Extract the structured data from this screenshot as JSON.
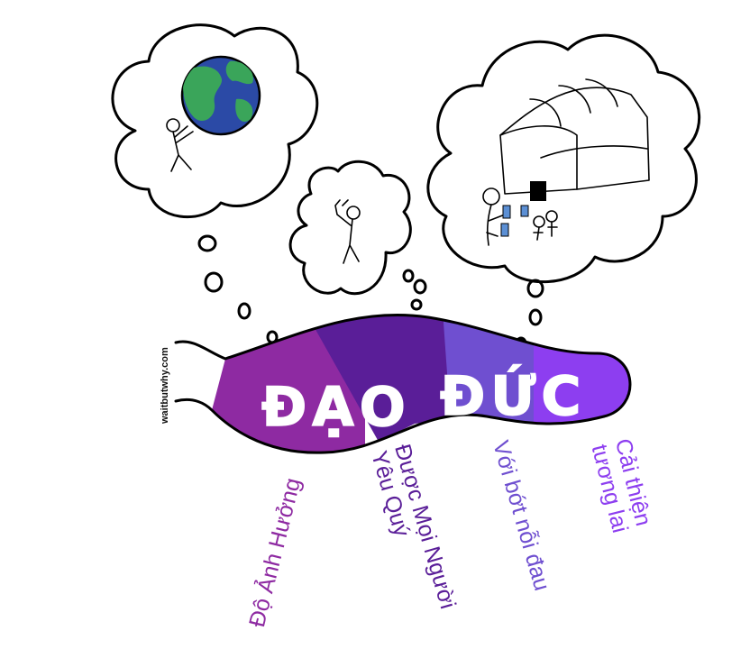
{
  "watermark": "waitbutwhy.com",
  "title": {
    "part1": "ĐẠO",
    "part2": "ĐỨC"
  },
  "segments": [
    {
      "label": "Độ Ảnh Hưởng",
      "color": "#8e2aa2"
    },
    {
      "label": "Được Mọi Người Yêu Quý",
      "line1": "Được Mọi Người",
      "line2": "Yêu Quý",
      "color": "#5a1e98"
    },
    {
      "label": "Với bớt nỗi đau",
      "color": "#6f4fd0"
    },
    {
      "label": "Cải thiện tương lai",
      "line1": "Cải thiện",
      "line2": "tương lai",
      "color": "#8d3ef0"
    }
  ],
  "thoughts": {
    "left": {
      "icon": "earth-icon"
    },
    "middle": {
      "icon": "person-flexing-icon"
    },
    "right": {
      "icon": "tent-shelter-icon"
    }
  }
}
